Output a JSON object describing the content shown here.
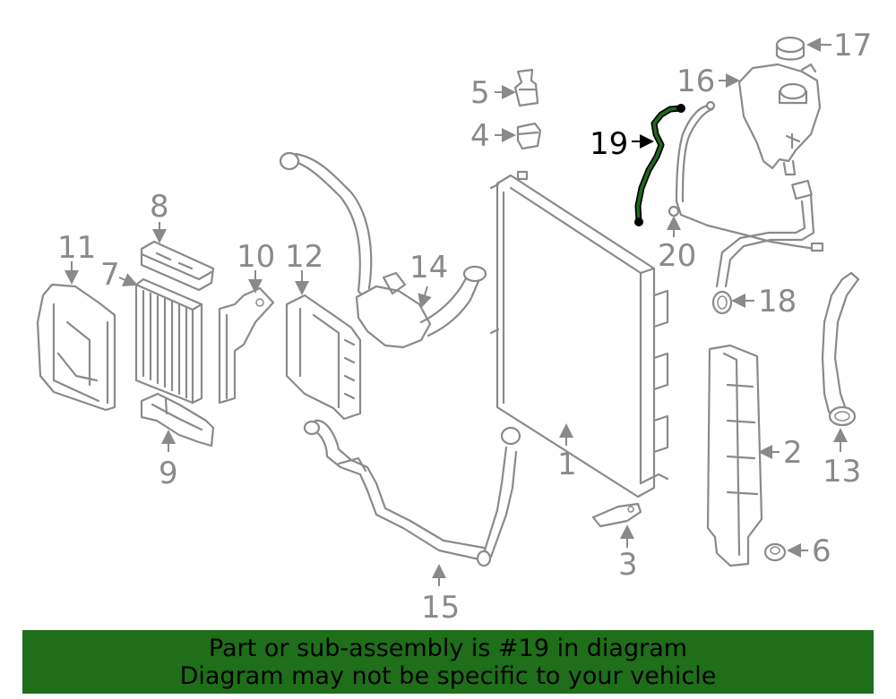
{
  "callouts": {
    "c1": "1",
    "c2": "2",
    "c3": "3",
    "c4": "4",
    "c5": "5",
    "c6": "6",
    "c7": "7",
    "c8": "8",
    "c9": "9",
    "c10": "10",
    "c11": "11",
    "c12": "12",
    "c13": "13",
    "c14": "14",
    "c15": "15",
    "c16": "16",
    "c17": "17",
    "c18": "18",
    "c19": "19",
    "c20": "20"
  },
  "highlighted_part": "19",
  "colors": {
    "highlight_banner": "#1f6e1a",
    "part_lines": "#8a8a8a",
    "highlight_part": "#000000"
  },
  "banner": {
    "line1": "Part or sub-assembly is #19 in diagram",
    "line2": "Diagram may not be specific to your vehicle"
  }
}
